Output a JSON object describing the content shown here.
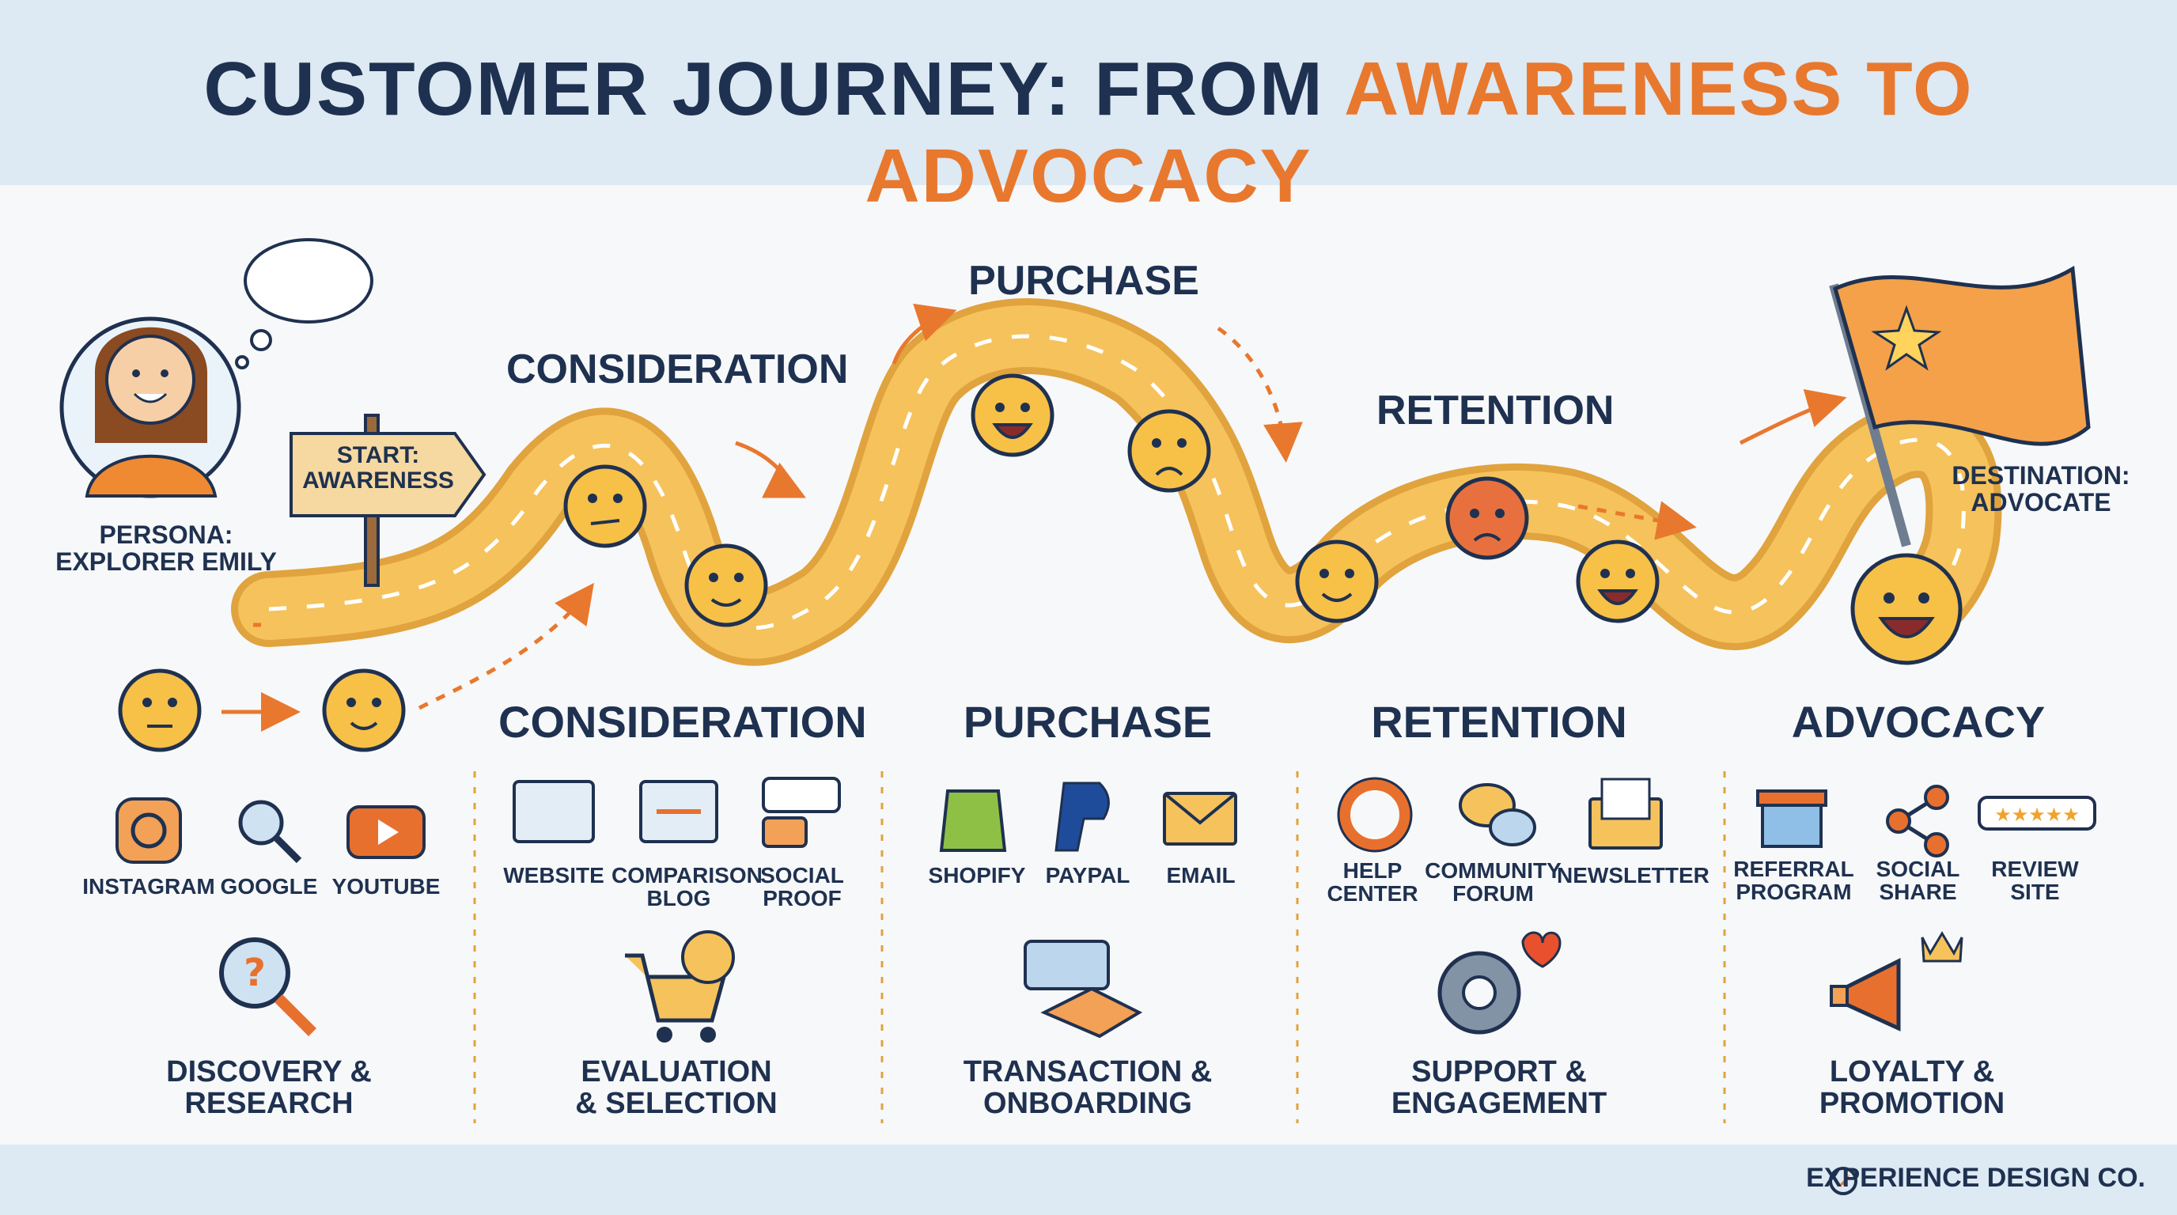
{
  "title": {
    "part1": "CUSTOMER JOURNEY: FROM ",
    "part2": "AWARENESS TO ADVOCACY"
  },
  "persona": {
    "label_line1": "PERSONA:",
    "label_line2": "EXPLORER EMILY"
  },
  "start_sign": {
    "line1": "START:",
    "line2": "AWARENESS"
  },
  "road_stages": {
    "consideration": "CONSIDERATION",
    "purchase": "PURCHASE",
    "retention": "RETENTION",
    "destination_line1": "DESTINATION:",
    "destination_line2": "ADVOCATE"
  },
  "columns": [
    {
      "heading": "",
      "channels": [
        "INSTAGRAM",
        "GOOGLE",
        "YOUTUBE"
      ],
      "category": [
        "DISCOVERY &",
        "RESEARCH"
      ]
    },
    {
      "heading": "CONSIDERATION",
      "channels": [
        "WEBSITE",
        "COMPARISON BLOG",
        "SOCIAL PROOF"
      ],
      "category": [
        "EVALUATION",
        "& SELECTION"
      ]
    },
    {
      "heading": "PURCHASE",
      "channels": [
        "SHOPIFY",
        "PAYPAL",
        "EMAIL"
      ],
      "category": [
        "TRANSACTION &",
        "ONBOARDING"
      ]
    },
    {
      "heading": "RETENTION",
      "channels": [
        "HELP CENTER",
        "COMMUNITY FORUM",
        "NEWSLETTER"
      ],
      "category": [
        "SUPPORT &",
        "ENGAGEMENT"
      ]
    },
    {
      "heading": "ADVOCACY",
      "channels": [
        "REFERRAL PROGRAM",
        "SOCIAL SHARE",
        "REVIEW SITE"
      ],
      "category": [
        "LOYALTY &",
        "PROMOTION"
      ]
    }
  ],
  "footer": {
    "brand": "EXPERIENCE DESIGN CO."
  },
  "colors": {
    "navy": "#1f3150",
    "orange": "#e8782e",
    "road": "#f6c25c",
    "band": "#dde9f3"
  }
}
